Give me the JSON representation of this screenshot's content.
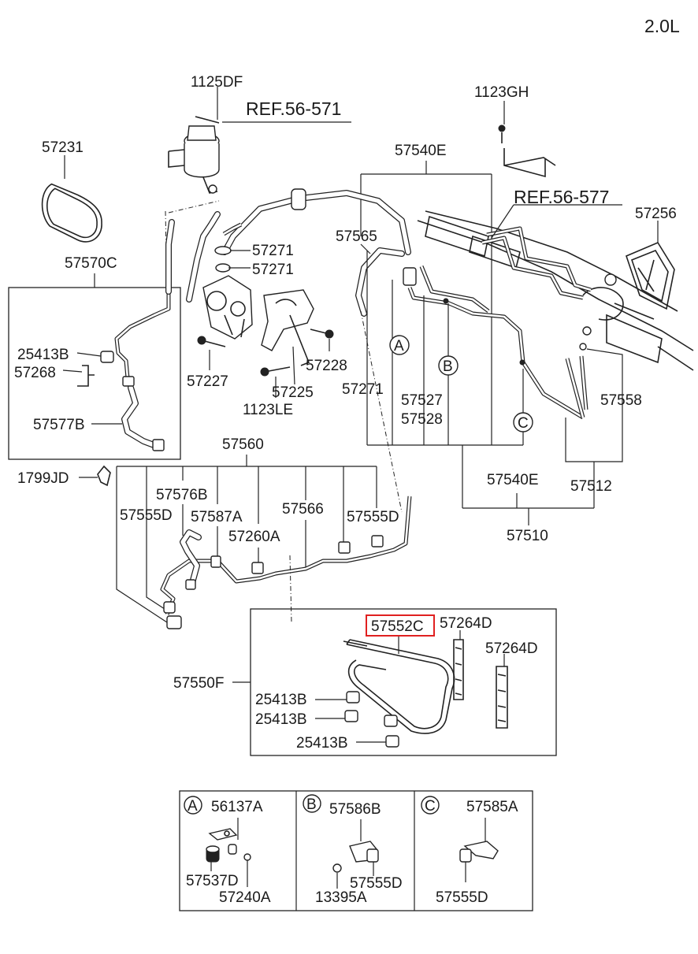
{
  "engine": "2.0L",
  "refs": {
    "ref_reservoir": "REF.56-571",
    "ref_gear": "REF.56-577"
  },
  "callouts": {
    "a": "A",
    "b": "B",
    "c": "C"
  },
  "highlight_color": "#e02020",
  "labels": {
    "p1125DF": "1125DF",
    "p57231": "57231",
    "p1123GH": "1123GH",
    "p57540E_top": "57540E",
    "p57256": "57256",
    "p57565": "57565",
    "p57271_a": "57271",
    "p57271_b": "57271",
    "p57570C": "57570C",
    "p25413B_left": "25413B",
    "p57268": "57268",
    "p57227": "57227",
    "p57228": "57228",
    "p57225": "57225",
    "p1123LE": "1123LE",
    "p57577B": "57577B",
    "p57271_c": "57271",
    "p57527": "57527",
    "p57528": "57528",
    "p57558": "57558",
    "p1799JD": "1799JD",
    "p57560": "57560",
    "p57576B": "57576B",
    "p57555D_left": "57555D",
    "p57587A": "57587A",
    "p57566": "57566",
    "p57555D_mid": "57555D",
    "p57260A": "57260A",
    "p57540E_mid": "57540E",
    "p57512": "57512",
    "p57510": "57510",
    "p57552C": "57552C",
    "p57264D_a": "57264D",
    "p57264D_b": "57264D",
    "p57550F": "57550F",
    "p25413B_1": "25413B",
    "p25413B_2": "25413B",
    "p25413B_3": "25413B"
  },
  "inset_a": {
    "callout": "A",
    "p1": "56137A",
    "p2": "57537D",
    "p3": "57240A"
  },
  "inset_b": {
    "callout": "B",
    "p1": "57586B",
    "p2": "13395A",
    "p3": "57555D"
  },
  "inset_c": {
    "callout": "C",
    "p1": "57585A",
    "p2": "57555D"
  }
}
